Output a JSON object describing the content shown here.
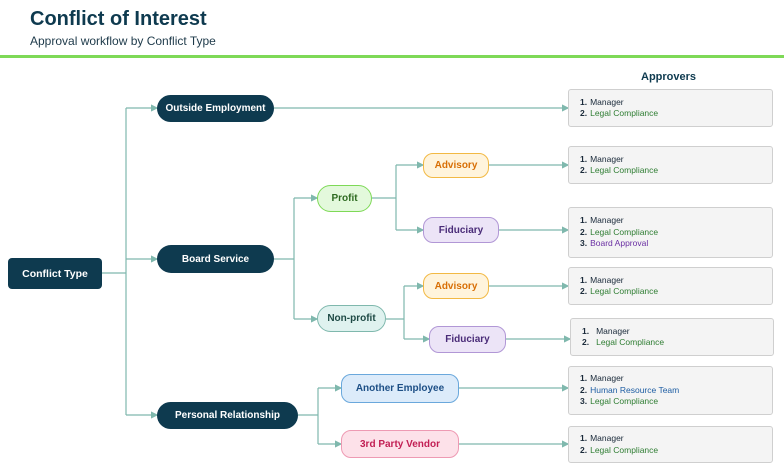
{
  "header": {
    "title": "Conflict of Interest",
    "subtitle": "Approval workflow by Conflict Type",
    "approvers_label": "Approvers"
  },
  "nodes": {
    "root": "Conflict Type",
    "outside_employment": "Outside Employment",
    "board_service": "Board Service",
    "personal_relationship": "Personal Relationship",
    "profit": "Profit",
    "non_profit": "Non-profit",
    "profit_advisory": "Advisory",
    "profit_fiduciary": "Fiduciary",
    "nonprofit_advisory": "Advisory",
    "nonprofit_fiduciary": "Fiduciary",
    "another_employee": "Another Employee",
    "third_party_vendor": "3rd Party Vendor"
  },
  "approvers": {
    "outside_employment": [
      {
        "num": "1.",
        "name": "Manager"
      },
      {
        "num": "2.",
        "name": "Legal Compliance"
      }
    ],
    "profit_advisory": [
      {
        "num": "1.",
        "name": "Manager"
      },
      {
        "num": "2.",
        "name": "Legal Compliance"
      }
    ],
    "profit_fiduciary": [
      {
        "num": "1.",
        "name": "Manager"
      },
      {
        "num": "2.",
        "name": "Legal Compliance"
      },
      {
        "num": "3.",
        "name": "Board Approval"
      }
    ],
    "nonprofit_advisory": [
      {
        "num": "1.",
        "name": "Manager"
      },
      {
        "num": "2.",
        "name": "Legal Compliance"
      }
    ],
    "nonprofit_fiduciary": [
      {
        "num": "1.",
        "name": "Manager"
      },
      {
        "num": "2.",
        "name": "Legal Compliance"
      }
    ],
    "another_employee": [
      {
        "num": "1.",
        "name": "Manager"
      },
      {
        "num": "2.",
        "name": "Human Resource Team"
      },
      {
        "num": "3.",
        "name": "Legal Compliance"
      }
    ],
    "third_party_vendor": [
      {
        "num": "1.",
        "name": "Manager"
      },
      {
        "num": "2.",
        "name": "Legal Compliance"
      }
    ]
  },
  "colors": {
    "dark_node": "#0e3a4f",
    "accent_bar": "#7ed957",
    "connector": "#7fb8ad",
    "legal": "#2e7d32",
    "board": "#6a2fa3",
    "hr": "#1d5da3"
  }
}
